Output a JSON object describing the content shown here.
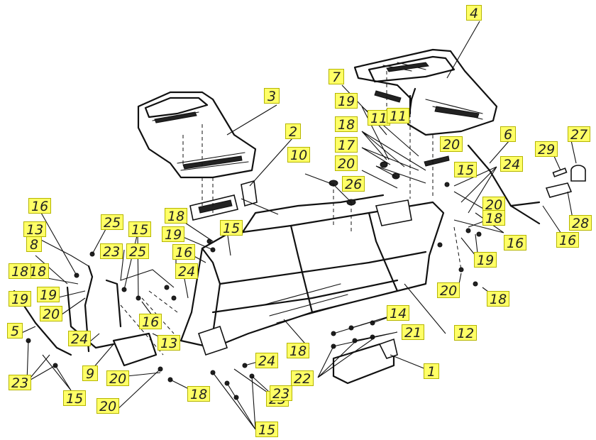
{
  "diagram": {
    "accent_color": "#ffff66",
    "callouts": [
      "1",
      "2",
      "3",
      "4",
      "5",
      "6",
      "7",
      "8",
      "9",
      "10",
      "11",
      "11",
      "12",
      "13",
      "13",
      "14",
      "15",
      "15",
      "15",
      "15",
      "15",
      "16",
      "16",
      "16",
      "16",
      "16",
      "17",
      "18",
      "18",
      "18",
      "18",
      "18",
      "18",
      "18",
      "18",
      "19",
      "19",
      "19",
      "19",
      "19",
      "20",
      "20",
      "20",
      "20",
      "20",
      "20",
      "20",
      "21",
      "22",
      "23",
      "23",
      "23",
      "23",
      "24",
      "24",
      "24",
      "24",
      "25",
      "25",
      "26",
      "27",
      "28",
      "29"
    ]
  }
}
